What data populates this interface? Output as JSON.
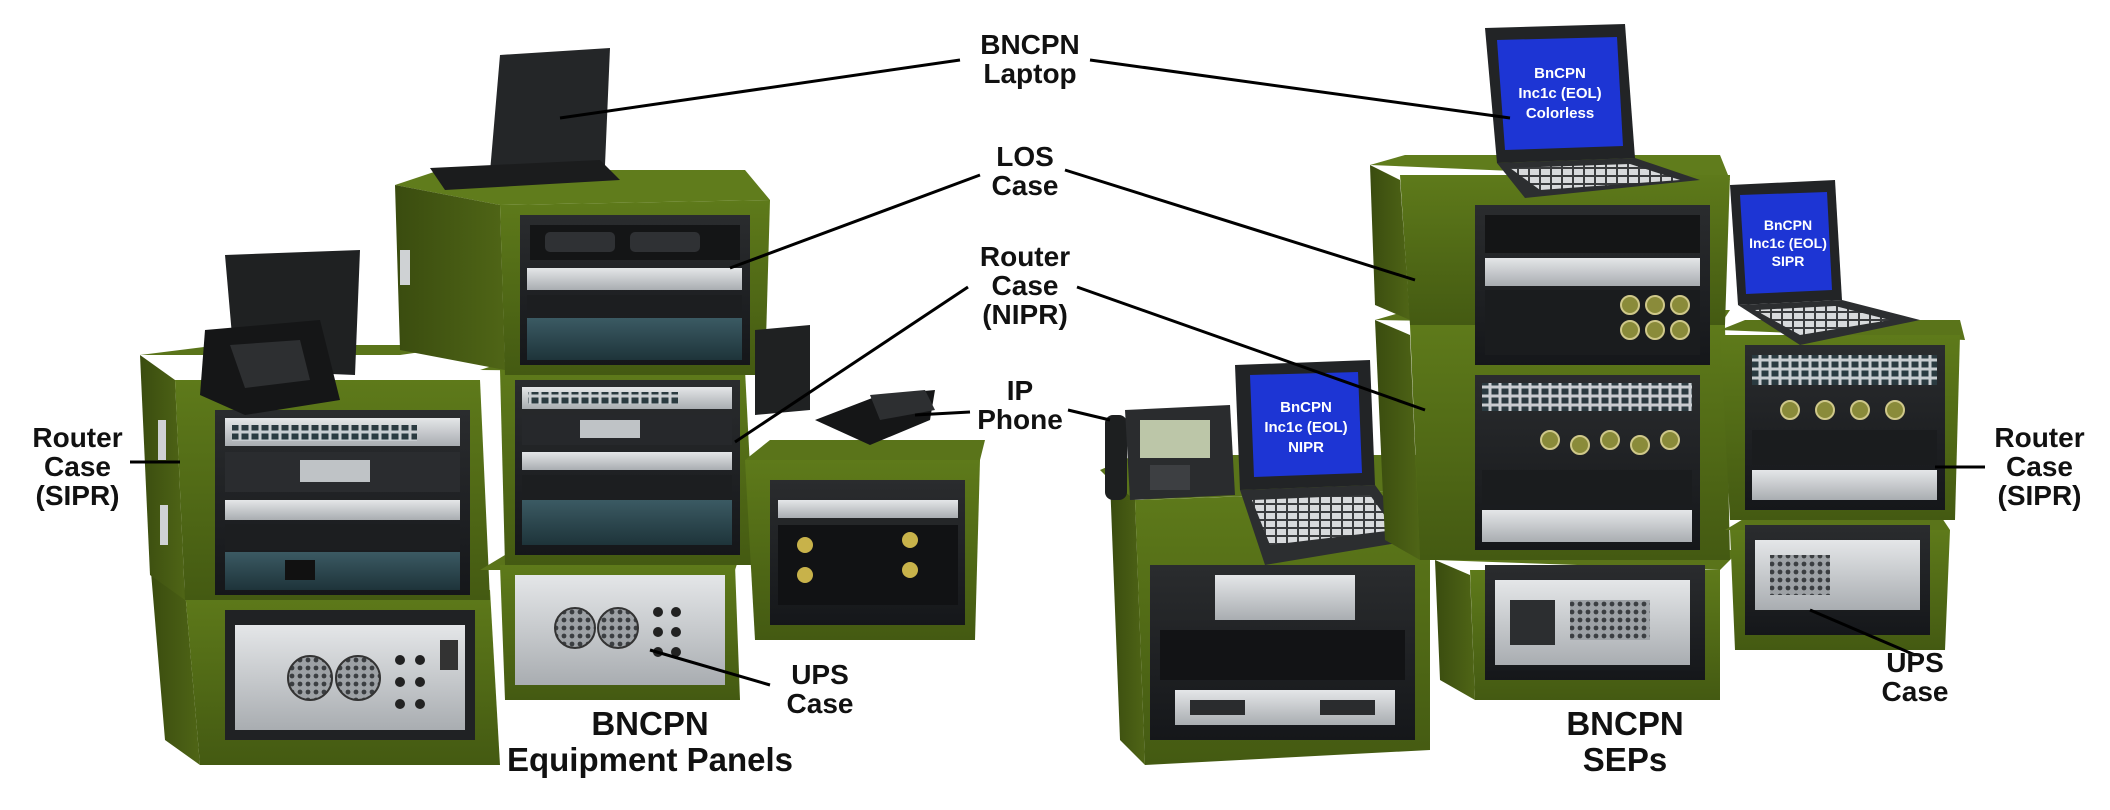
{
  "labels": {
    "laptop": [
      "BNCPN",
      "Laptop"
    ],
    "los_case": [
      "LOS",
      "Case"
    ],
    "router_nipr": [
      "Router",
      "Case",
      "(NIPR)"
    ],
    "ip_phone": [
      "IP",
      "Phone"
    ],
    "router_sipr_left": [
      "Router",
      "Case",
      "(SIPR)"
    ],
    "ups_left": [
      "UPS",
      "Case"
    ],
    "router_sipr_right": [
      "Router",
      "Case",
      "(SIPR)"
    ],
    "ups_right": [
      "UPS",
      "Case"
    ],
    "equipment_panels": [
      "BNCPN",
      "Equipment Panels"
    ],
    "seps": [
      "BNCPN",
      "SEPs"
    ]
  },
  "screens": {
    "top": [
      "BnCPN",
      "Inc1c (EOL)",
      "Colorless"
    ],
    "right": [
      "BnCPN",
      "Inc1c (EOL)",
      "SIPR"
    ],
    "front": [
      "BnCPN",
      "Inc1c (EOL)",
      "NIPR"
    ]
  },
  "colors": {
    "case_green": "#4f6516",
    "case_green_dark": "#3a4c0f",
    "case_green_light": "#5e7a1a",
    "screen_blue": "#1d35d4",
    "leader_line": "#000000"
  }
}
